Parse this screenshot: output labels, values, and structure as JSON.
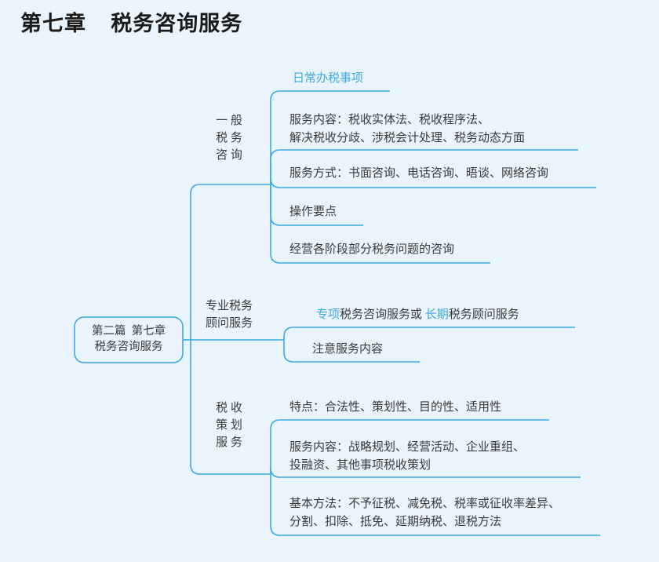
{
  "page": {
    "title": "第七章   税务咨询服务",
    "background_color": "#e9f4fc",
    "line_color": "#3fa9e0",
    "text_color": "#3a3a3a",
    "highlight_color": "#3fa9e0"
  },
  "diagram": {
    "type": "mind-map",
    "root": {
      "line1": "第二篇  第七章",
      "line2": "税务咨询服务"
    },
    "branches": [
      {
        "id": "general-tax-consulting",
        "label_lines": [
          "一 般",
          "税 务",
          "咨 询"
        ],
        "leaves": [
          {
            "id": "daily-tax-matters",
            "lines": [
              {
                "segments": [
                  {
                    "text": "日常办税事项",
                    "highlight": true
                  }
                ]
              }
            ]
          },
          {
            "id": "service-content",
            "lines": [
              {
                "segments": [
                  {
                    "text": "服务内容：税收实体法、税收程序法、",
                    "highlight": false
                  }
                ]
              },
              {
                "segments": [
                  {
                    "text": "解决税收分歧、涉税会计处理、税务动态方面",
                    "highlight": false
                  }
                ]
              }
            ]
          },
          {
            "id": "service-methods",
            "lines": [
              {
                "segments": [
                  {
                    "text": "服务方式：书面咨询、电话咨询、晤谈、网络咨询",
                    "highlight": false
                  }
                ]
              }
            ]
          },
          {
            "id": "operation-key-points",
            "lines": [
              {
                "segments": [
                  {
                    "text": "操作要点",
                    "highlight": false
                  }
                ]
              }
            ]
          },
          {
            "id": "stage-tax-questions",
            "lines": [
              {
                "segments": [
                  {
                    "text": "经营各阶段部分税务问题的咨询",
                    "highlight": false
                  }
                ]
              }
            ]
          }
        ]
      },
      {
        "id": "professional-tax-advisory",
        "label_lines": [
          "专业税务",
          "顾问服务"
        ],
        "leaves": [
          {
            "id": "special-or-longterm",
            "lines": [
              {
                "segments": [
                  {
                    "text": "专项",
                    "highlight": true
                  },
                  {
                    "text": "税务咨询服务或 ",
                    "highlight": false
                  },
                  {
                    "text": "长期",
                    "highlight": true
                  },
                  {
                    "text": "税务顾问服务",
                    "highlight": false
                  }
                ]
              }
            ]
          },
          {
            "id": "note-service-content",
            "lines": [
              {
                "segments": [
                  {
                    "text": "注意服务内容",
                    "highlight": false
                  }
                ]
              }
            ]
          }
        ]
      },
      {
        "id": "tax-planning-service",
        "label_lines": [
          "税 收",
          "策 划",
          "服 务"
        ],
        "leaves": [
          {
            "id": "characteristics",
            "lines": [
              {
                "segments": [
                  {
                    "text": "特点：合法性、策划性、目的性、适用性",
                    "highlight": false
                  }
                ]
              }
            ]
          },
          {
            "id": "planning-service-content",
            "lines": [
              {
                "segments": [
                  {
                    "text": "服务内容：战略规划、经营活动、企业重组、",
                    "highlight": false
                  }
                ]
              },
              {
                "segments": [
                  {
                    "text": "投融资、其他事项税收策划",
                    "highlight": false
                  }
                ]
              }
            ]
          },
          {
            "id": "basic-methods",
            "lines": [
              {
                "segments": [
                  {
                    "text": "基本方法：不予征税、减免税、税率或征收率差异、",
                    "highlight": false
                  }
                ]
              },
              {
                "segments": [
                  {
                    "text": "分割、扣除、抵免、延期纳税、退税方法",
                    "highlight": false
                  }
                ]
              }
            ]
          }
        ]
      }
    ]
  }
}
